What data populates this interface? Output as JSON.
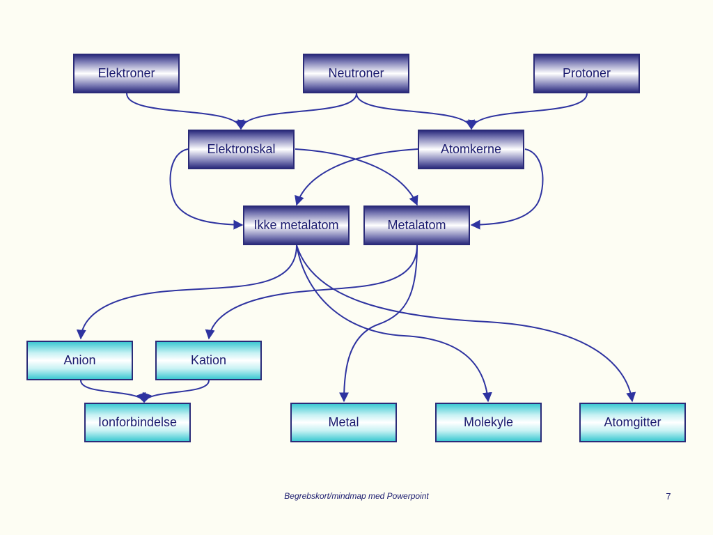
{
  "nodes": {
    "elektroner": "Elektroner",
    "neutroner": "Neutroner",
    "protoner": "Protoner",
    "elektronskal": "Elektronskal",
    "atomkerne": "Atomkerne",
    "ikke_metalatom": "Ikke metalatom",
    "metalatom": "Metalatom",
    "anion": "Anion",
    "kation": "Kation",
    "ionforbindelse": "Ionforbindelse",
    "metal": "Metal",
    "molekyle": "Molekyle",
    "atomgitter": "Atomgitter"
  },
  "footer": {
    "text": "Begrebskort/mindmap med Powerpoint",
    "page_number": "7"
  },
  "colors": {
    "background": "#fdfdf3",
    "connector": "#2e33a0",
    "text": "#1a1a6e",
    "dark_node_edge": "#2e2e7e",
    "light_node_edge": "#3ec9d2"
  }
}
